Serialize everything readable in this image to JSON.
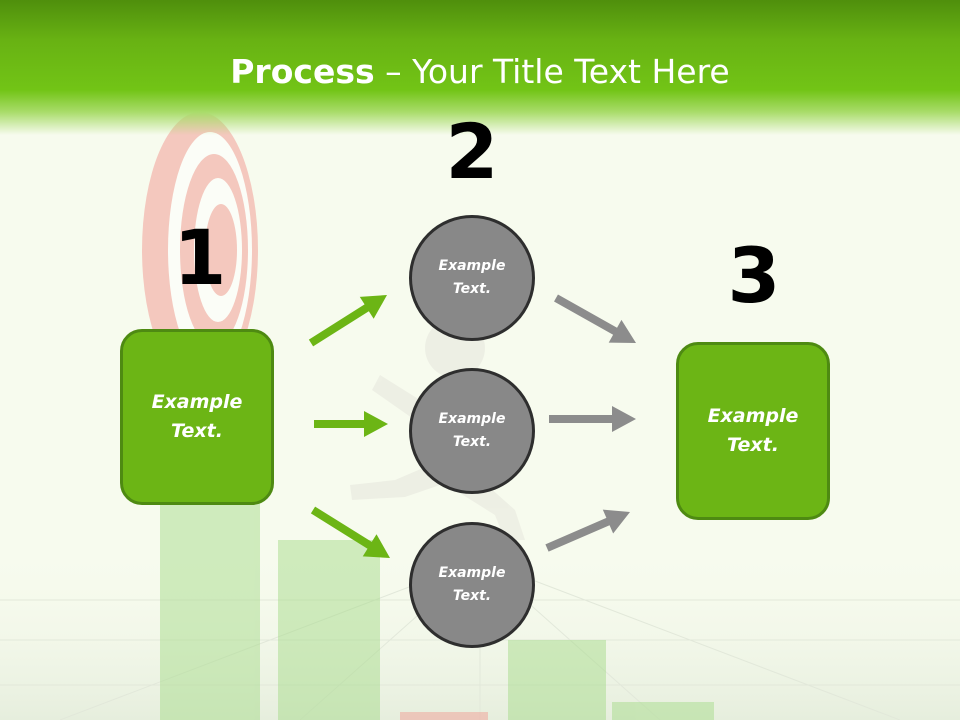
{
  "title": {
    "bold": "Process",
    "rest": " – Your Title Text Here"
  },
  "steps": {
    "num1": "1",
    "num2": "2",
    "num3": "3"
  },
  "boxes": {
    "left": "Example\nText.",
    "right": "Example\nText."
  },
  "circles": {
    "top": "Example\nText.",
    "middle": "Example\nText.",
    "bottom": "Example\nText."
  },
  "colors": {
    "header_green": "#68b213",
    "box_green": "#6cb515",
    "arrow_green": "#6cb515",
    "arrow_gray": "#8c8c8c",
    "circle_gray": "#888888"
  }
}
